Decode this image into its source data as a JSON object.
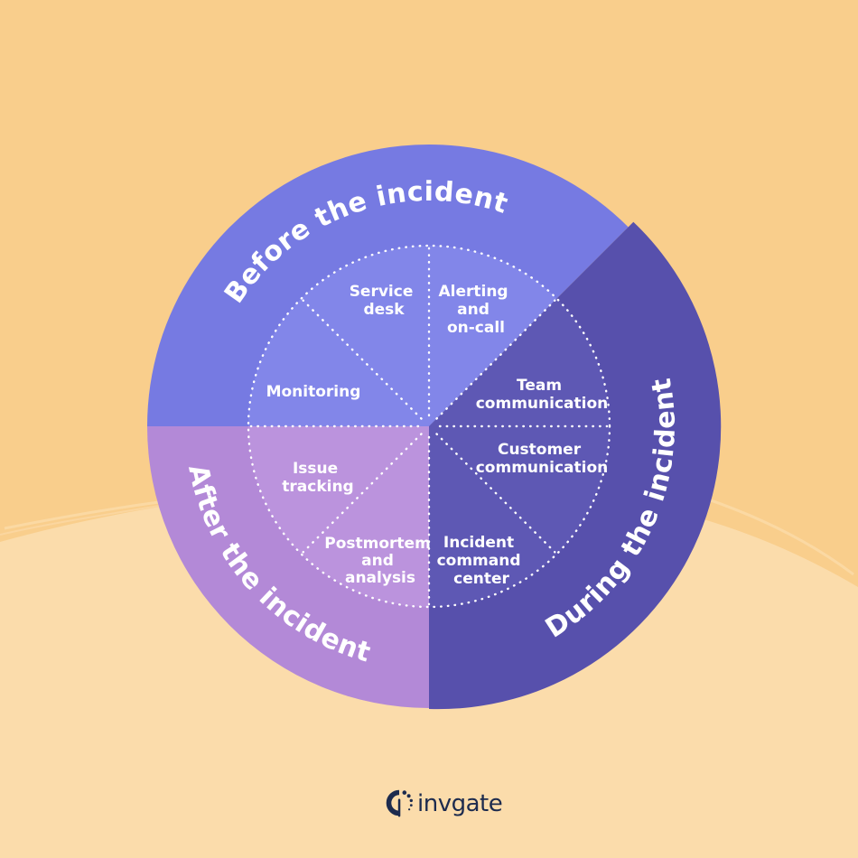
{
  "background": {
    "base_color": "#F9CE8C",
    "hill_color": "#FBDCAB"
  },
  "wheel": {
    "title": "Incident management lifecycle wheel",
    "text_color": "#FFFFFF",
    "divider_color": "#FFFFFF",
    "phases": [
      {
        "id": "before",
        "label": "Before the incident",
        "outer_color": "#767AE2",
        "inner_color": "#8286E9",
        "arc_degrees": 135
      },
      {
        "id": "during",
        "label": "During the incident",
        "outer_color": "#5750AC",
        "inner_color": "#5E58B4",
        "arc_degrees": 135
      },
      {
        "id": "after",
        "label": "After the incident",
        "outer_color": "#B389D7",
        "inner_color": "#BB93DD",
        "arc_degrees": 90
      }
    ],
    "segments": [
      {
        "phase": "before",
        "label": "Service desk",
        "lines": [
          "Service",
          "desk"
        ]
      },
      {
        "phase": "before",
        "label": "Alerting and on-call",
        "lines": [
          "Alerting",
          "and",
          "on-call"
        ]
      },
      {
        "phase": "during",
        "label": "Team communication",
        "lines": [
          "Team",
          "communication"
        ]
      },
      {
        "phase": "during",
        "label": "Customer communication",
        "lines": [
          "Customer",
          "communication"
        ]
      },
      {
        "phase": "during",
        "label": "Incident command center",
        "lines": [
          "Incident",
          "command",
          "center"
        ]
      },
      {
        "phase": "after",
        "label": "Postmortem and analysis",
        "lines": [
          "Postmortem",
          "and",
          "analysis"
        ]
      },
      {
        "phase": "after",
        "label": "Issue tracking",
        "lines": [
          "Issue",
          "tracking"
        ]
      },
      {
        "phase": "before",
        "label": "Monitoring",
        "lines": [
          "Monitoring"
        ]
      }
    ]
  },
  "brand": {
    "name": "invgate",
    "color": "#1D2B4E",
    "logo_icon": "invgate-spiral-icon"
  }
}
